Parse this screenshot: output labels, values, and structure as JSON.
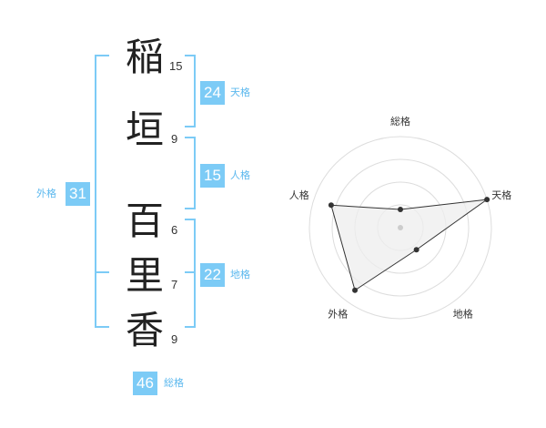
{
  "characters": [
    {
      "char": "稲",
      "strokes": "15"
    },
    {
      "char": "垣",
      "strokes": "9"
    },
    {
      "char": "百",
      "strokes": "6"
    },
    {
      "char": "里",
      "strokes": "7"
    },
    {
      "char": "香",
      "strokes": "9"
    }
  ],
  "fortunes": {
    "tenkaku": {
      "value": "24",
      "label": "天格"
    },
    "jinkaku": {
      "value": "15",
      "label": "人格"
    },
    "chikaku": {
      "value": "22",
      "label": "地格"
    },
    "gaikaku": {
      "value": "31",
      "label": "外格"
    },
    "soukaku": {
      "value": "46",
      "label": "総格"
    }
  },
  "chart_data": {
    "type": "radar",
    "axes": [
      "総格",
      "天格",
      "地格",
      "外格",
      "人格"
    ],
    "values": [
      0.2,
      1.0,
      0.3,
      0.85,
      0.8
    ],
    "rings": 4,
    "grid": true,
    "colors": {
      "fill": "#eeeeee",
      "line": "#333333",
      "ring": "#dddddd"
    }
  }
}
